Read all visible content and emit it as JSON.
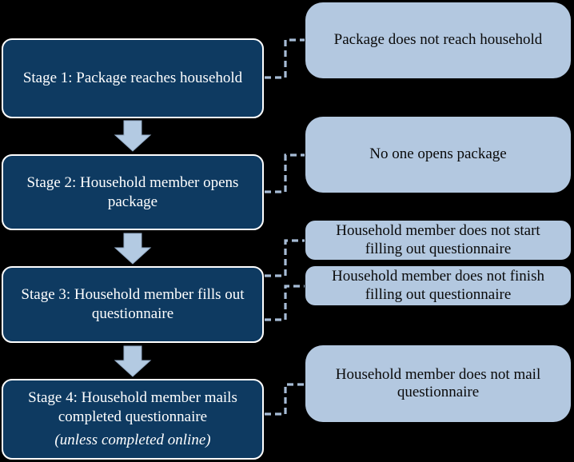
{
  "diagram": {
    "background": "#000000",
    "colors": {
      "stage_fill": "#0e3a61",
      "stage_border": "#ffffff",
      "stage_text": "#ffffff",
      "failure_fill": "#b3c8e0",
      "failure_text": "#0a0a0a",
      "arrow_fill": "#b3cae2",
      "connector_dash": "#a7bcd6"
    },
    "stages": [
      {
        "label": "Stage 1: Package reaches household"
      },
      {
        "label": "Stage 2: Household member opens package"
      },
      {
        "label": "Stage 3: Household member fills out questionnaire"
      },
      {
        "label": "Stage 4: Household member mails completed questionnaire",
        "note": "(unless completed online)"
      }
    ],
    "failures": [
      {
        "label": "Package does not reach household",
        "linked_stage": "Stage 1"
      },
      {
        "label": "No one opens package",
        "linked_stage": "Stage 2"
      },
      {
        "label": "Household member does not start filling out questionnaire",
        "linked_stage": "Stage 3"
      },
      {
        "label": "Household member does not finish filling out questionnaire",
        "linked_stage": "Stage 3"
      },
      {
        "label": "Household member does not mail questionnaire",
        "linked_stage": "Stage 4"
      }
    ]
  }
}
